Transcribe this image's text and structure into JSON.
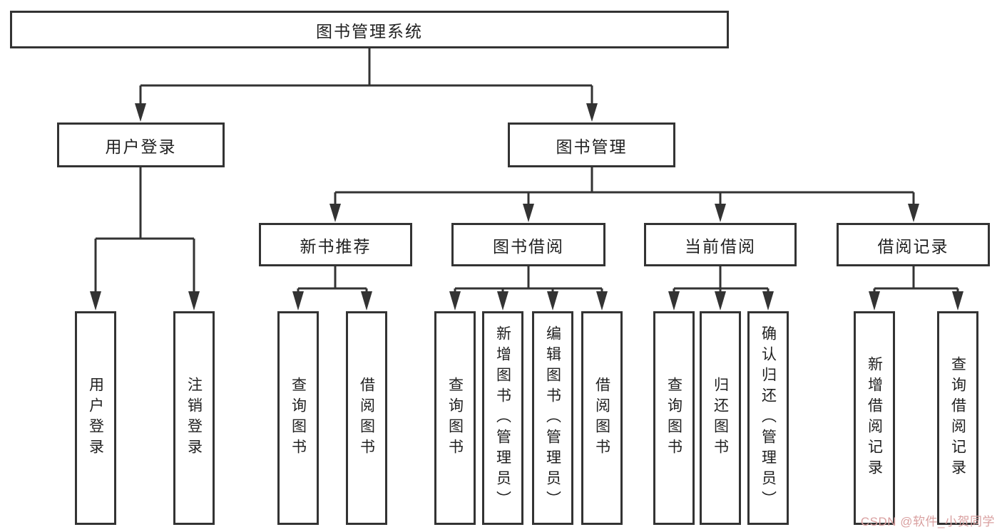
{
  "colors": {
    "line": "#333333",
    "text": "#212121",
    "box_bg": "#ffffff",
    "watermark": "#d9a0a0"
  },
  "diagram": {
    "root": {
      "label": "图书管理系统"
    },
    "level1": [
      {
        "label": "用户登录"
      },
      {
        "label": "图书管理"
      }
    ],
    "level2": [
      {
        "label": "新书推荐"
      },
      {
        "label": "图书借阅"
      },
      {
        "label": "当前借阅"
      },
      {
        "label": "借阅记录"
      }
    ],
    "leaves": {
      "user_login": [
        {
          "label": "用户登录"
        },
        {
          "label": "注销登录"
        }
      ],
      "new_books": [
        {
          "label": "查询图书"
        },
        {
          "label": "借阅图书"
        }
      ],
      "book_borrow": [
        {
          "label": "查询图书"
        },
        {
          "label": "新增图书（管理员）"
        },
        {
          "label": "编辑图书（管理员）"
        },
        {
          "label": "借阅图书"
        }
      ],
      "current_borrow": [
        {
          "label": "查询图书"
        },
        {
          "label": "归还图书"
        },
        {
          "label": "确认归还（管理员）"
        }
      ],
      "borrow_records": [
        {
          "label": "新增借阅记录"
        },
        {
          "label": "查询借阅记录"
        }
      ]
    }
  },
  "watermark": {
    "text": "CSDN @软件_小贺同学"
  }
}
